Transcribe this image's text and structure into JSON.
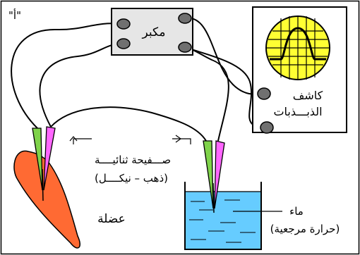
{
  "labels": {
    "a_marker": "\"أ\"",
    "amplifier": "مكبر",
    "oscilloscope_line1": "كاشف",
    "oscilloscope_line2": "الذبـــذبات",
    "thermocouple_line1": "صـــفيحة ثنائيــــة",
    "thermocouple_line2": "(ذهب – نيكــــل)",
    "water_line1": "ماء",
    "water_line2": "(حرارة  مرجعية)",
    "muscle": "عضلة"
  },
  "colors": {
    "amplifier_fill": "#e6e6e6",
    "terminal": "#707070",
    "screen": "#ffff33",
    "muscle": "#ff6a33",
    "water": "#66ccff",
    "probe_green": "#7fd34a",
    "probe_magenta": "#ff66ff"
  }
}
